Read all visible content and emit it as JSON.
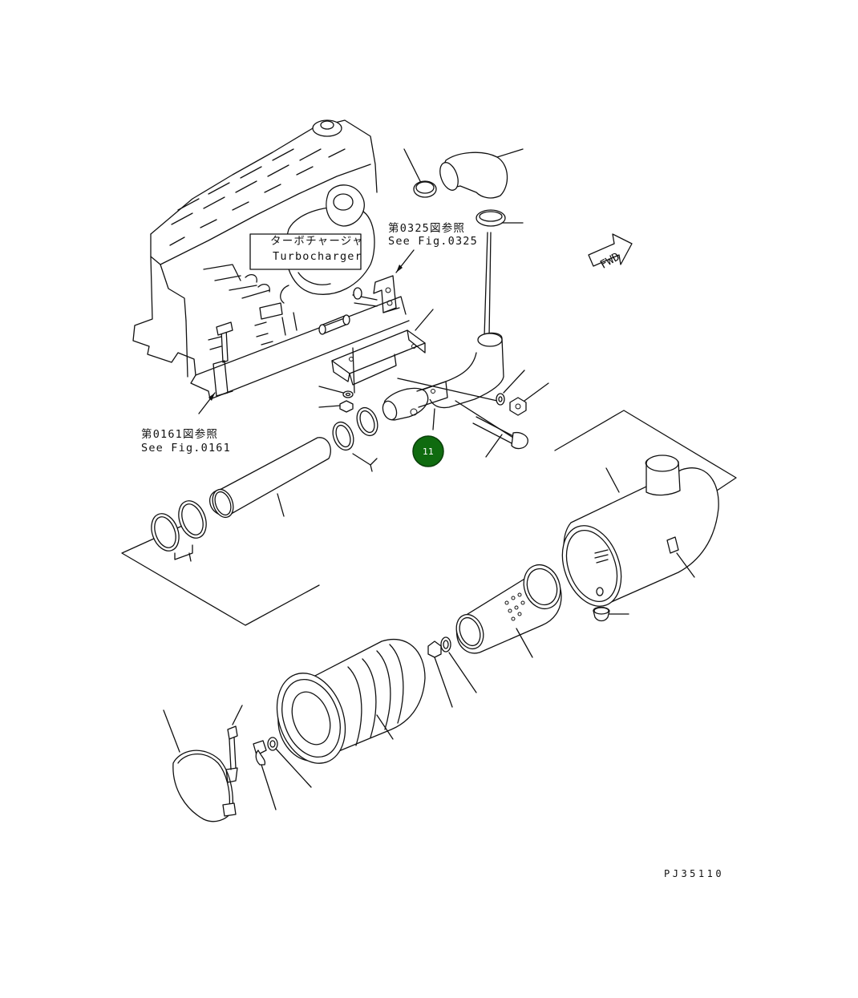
{
  "labels": {
    "turbo_jp": "ターボチャージャ",
    "turbo_en": "Turbocharger",
    "ref_0325_jp": "第0325図参照",
    "ref_0325_en": "See Fig.0325",
    "ref_0161_jp": "第0161図参照",
    "ref_0161_en": "See Fig.0161",
    "fwd": "FWD",
    "figure_code": "PJ35110"
  },
  "callouts": [
    {
      "number": "11",
      "color": "#0f6b0f"
    }
  ],
  "colors": {
    "line": "#111111",
    "background": "#ffffff",
    "callout_fill": "#0f6b0f"
  }
}
